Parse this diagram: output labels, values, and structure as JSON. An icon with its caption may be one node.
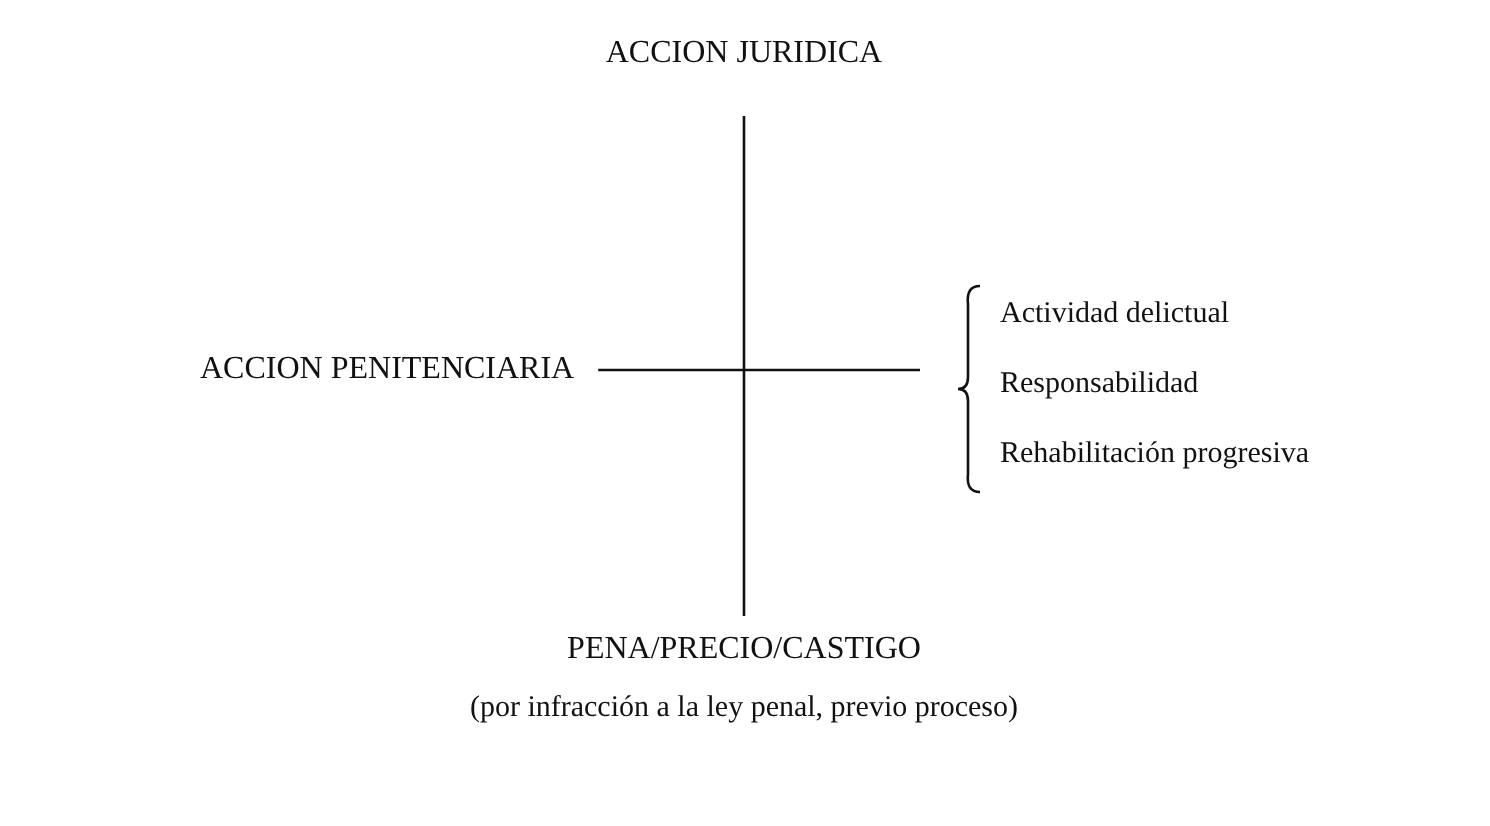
{
  "diagram": {
    "nodes": [
      {
        "text": [
          "ACCION JURIDICA"
        ]
      },
      {
        "text": [
          "ACCION PENITENCIARIA"
        ]
      },
      {
        "text": [
          "PENA/PRECIO/CASTIGO"
        ],
        "beside": [
          "(por infracción a la ley penal, previo proceso)"
        ]
      },
      {
        "text": [
          "Actividad delictual",
          "Responsabilidad",
          "Rehabilitación progresiva"
        ]
      }
    ],
    "edges": [
      {
        "from": 0,
        "to": 2,
        "arrow": "none"
      },
      {
        "from": 1,
        "to": 3,
        "arrow": "none"
      }
    ]
  }
}
